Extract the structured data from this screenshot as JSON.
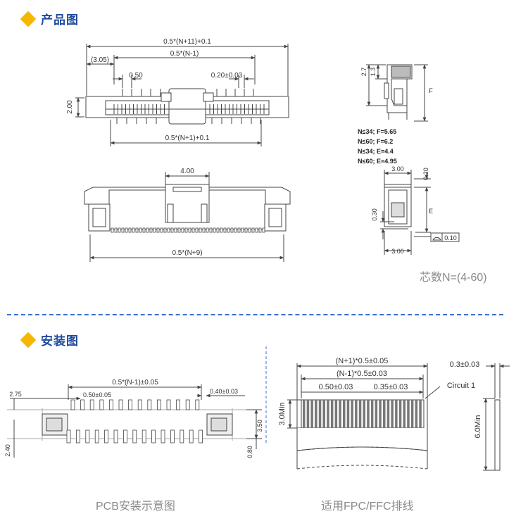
{
  "sections": {
    "product_title": "产品图",
    "install_title": "安装图"
  },
  "captions": {
    "pin_count": "芯数N=(4-60)",
    "pcb_layout": "PCB安装示意图",
    "cable": "适用FPC/FFC排线"
  },
  "product_top": {
    "dim_total": "0.5*(N+11)+0.1",
    "dim_span": "0.5*(N-1)",
    "dim_offset": "(3.05)",
    "dim_pitch": "0.50",
    "dim_width": "0.20±0.03",
    "dim_height": "2.00",
    "dim_bottom": "0.5*(N+1)+0.1"
  },
  "product_front": {
    "dim_top": "4.00",
    "dim_bottom": "0.5*(N+9)"
  },
  "side_view": {
    "dim_27": "2.7",
    "dim_13": "1.3",
    "dim_f": "F",
    "notes": [
      "N≤34; F=5.65",
      "N≤60; F=6.2",
      "N≤34; E=4.4",
      "N≤60; E=4.95"
    ],
    "dim_top300": "3.00",
    "dim_020": "0.20",
    "dim_030": "0.30",
    "dim_e": "E",
    "dim_bot300": "3.00",
    "flatness": "0.10"
  },
  "pcb": {
    "dim_span": "0.5*(N-1)±0.05",
    "dim_pitch": "0.50±0.05",
    "dim_width": "0.40±0.03",
    "dim_275": "2.75",
    "dim_240": "2.40",
    "dim_350": "3.50",
    "dim_080": "0.80"
  },
  "cable": {
    "dim_total": "(N+1)*0.5±0.05",
    "dim_span": "(N-1)*0.5±0.03",
    "dim_pitch": "0.50±0.03",
    "dim_width": "0.35±0.03",
    "circuit_label": "Circuit 1",
    "dim_thick": "0.3±0.03",
    "dim_3min": "3.0Min",
    "dim_6min": "6.0Min"
  }
}
